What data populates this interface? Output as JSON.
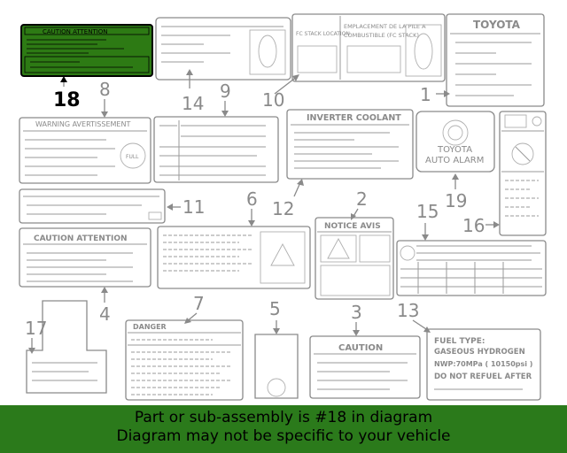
{
  "callouts": {
    "n1": "1",
    "n2": "2",
    "n3": "3",
    "n4": "4",
    "n5": "5",
    "n6": "6",
    "n7": "7",
    "n8": "8",
    "n9": "9",
    "n10": "10",
    "n11": "11",
    "n12": "12",
    "n13": "13",
    "n14": "14",
    "n15": "15",
    "n16": "16",
    "n17": "17",
    "n18": "18",
    "n19": "19"
  },
  "labels": {
    "caution_attention_small": "CAUTION ATTENTION",
    "warning_avertissement": "WARNING  AVERTISSEMENT",
    "fc_stack_location": "FC STACK LOCATION",
    "emplacement_1": "EMPLACEMENT DE LA PILE A",
    "emplacement_2": "COMBUSTIBLE (FC STACK)",
    "toyota": "TOYOTA",
    "inverter_coolant": "INVERTER COOLANT",
    "toyota_alarm_1": "TOYOTA",
    "toyota_alarm_2": "AUTO ALARM",
    "notice_avis": "NOTICE AVIS",
    "caution_attention": "CAUTION ATTENTION",
    "danger": "DANGER",
    "caution": "CAUTION",
    "fuel_type": "FUEL TYPE:",
    "gaseous_hydrogen": "GASEOUS HYDROGEN",
    "nwp": "NWP:70MPa ( 10150psi )",
    "do_not_refuel": "DO NOT REFUEL AFTER",
    "full": "FULL"
  },
  "colors": {
    "highlight_label": "#2d7a14",
    "banner": "#2b7a1b",
    "line": "#8a8a8a"
  },
  "banner": {
    "line1": "Part or sub-assembly is #18 in diagram",
    "line2": "Diagram may not be specific to your vehicle"
  }
}
